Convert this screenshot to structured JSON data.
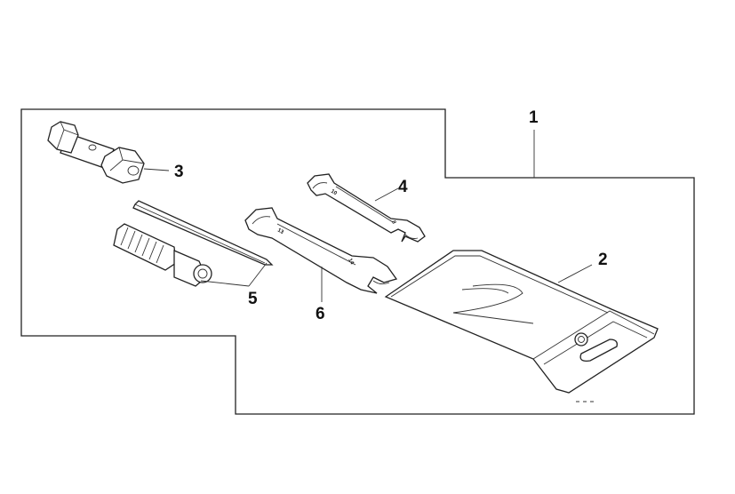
{
  "diagram": {
    "callouts": [
      {
        "id": "c1",
        "label": "1"
      },
      {
        "id": "c2",
        "label": "2"
      },
      {
        "id": "c3",
        "label": "3"
      },
      {
        "id": "c4",
        "label": "4"
      },
      {
        "id": "c5",
        "label": "5"
      },
      {
        "id": "c6",
        "label": "6"
      }
    ],
    "wrench_small": {
      "end_a": "10",
      "end_b": "8"
    },
    "wrench_large": {
      "end_a": "13",
      "end_b": "14"
    }
  }
}
